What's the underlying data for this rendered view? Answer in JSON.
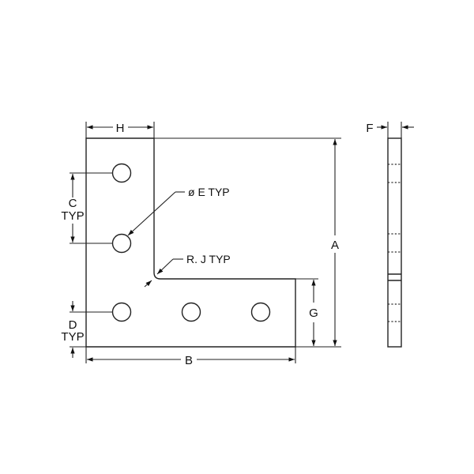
{
  "drawing": {
    "title": "L-shaped 5-hole joining plate",
    "labels": {
      "H": "H",
      "C": "C",
      "C_typ": "TYP",
      "D": "D",
      "D_typ": "TYP",
      "E": "ø E TYP",
      "J": "R. J TYP",
      "A": "A",
      "B": "B",
      "G": "G",
      "F": "F"
    },
    "colors": {
      "line": "#222222",
      "background": "#ffffff"
    },
    "hole_count": 5
  }
}
